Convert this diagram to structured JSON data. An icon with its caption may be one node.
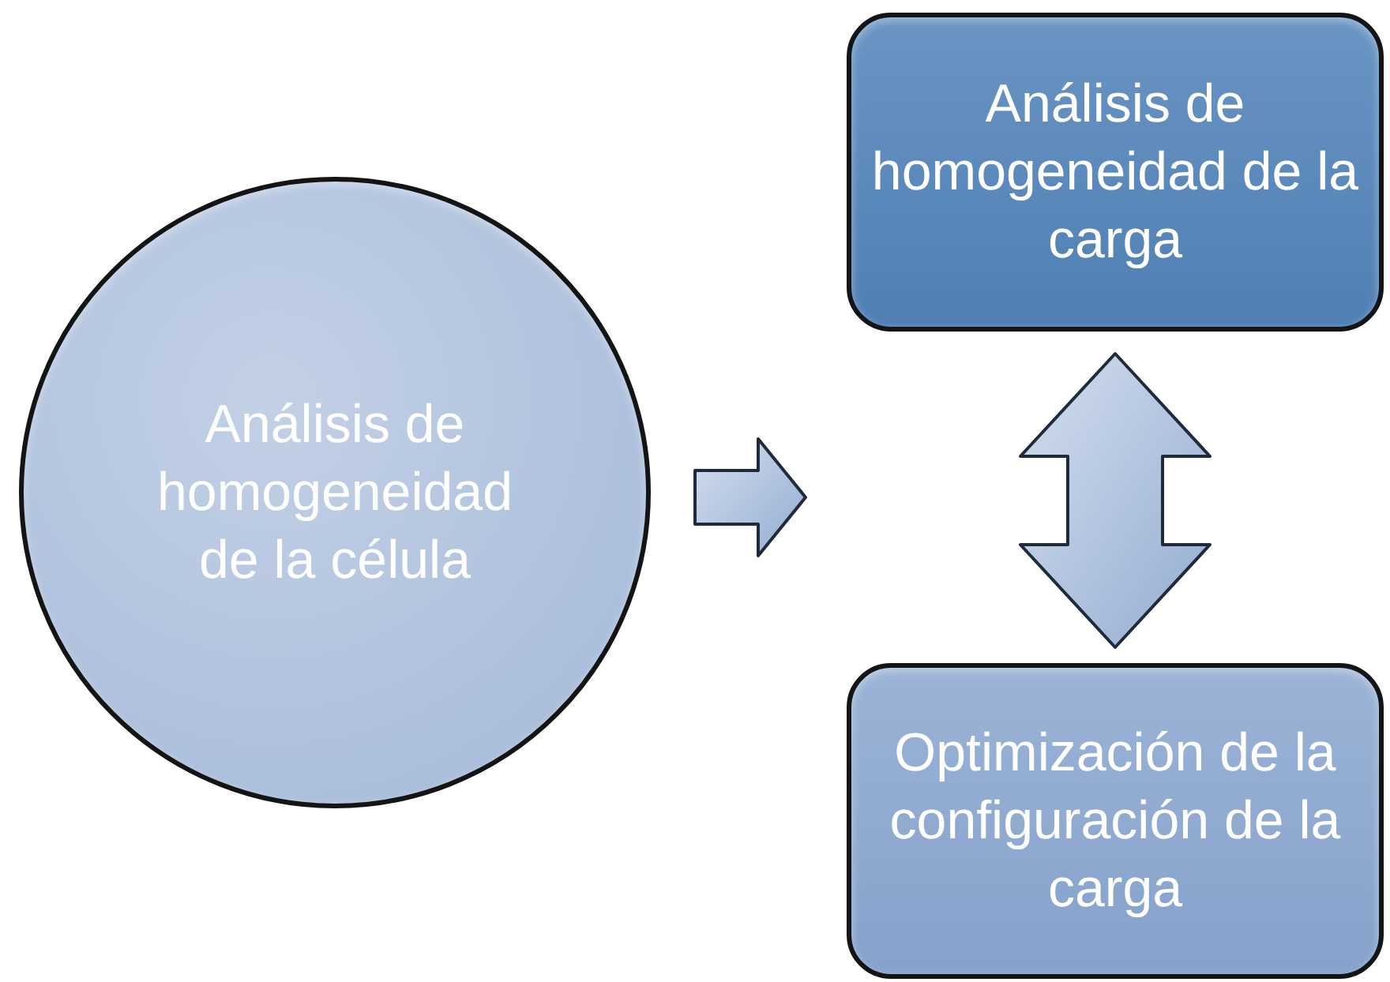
{
  "diagram": {
    "nodes": [
      {
        "text": [
          "Análisis de homogeneidad de la célula"
        ]
      },
      {
        "text": [
          "Análisis de homogeneidad de la carga"
        ]
      },
      {
        "text": [
          "Optimización de la configuración de la carga"
        ]
      }
    ],
    "edges": [
      {
        "from": 0,
        "to": null,
        "arrow": "to"
      },
      {
        "from": 1,
        "to": 2,
        "arrow": "both"
      }
    ]
  }
}
